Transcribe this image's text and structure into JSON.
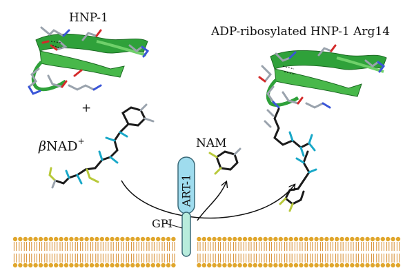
{
  "labels": {
    "hnp1": "HNP-1",
    "adp_ribosylated": "ADP-ribosylated HNP-1 Arg14",
    "plus": "+",
    "nad_beta": "β",
    "nad_name": "NAD",
    "nad_charge": "+",
    "nam": "NAM",
    "art1": "ART-1",
    "gpi": "GPI"
  },
  "colors": {
    "ribbon_green": "#2fa13a",
    "ribbon_green_light": "#6fd06a",
    "carbon_grey": "#9aa3ad",
    "oxygen_red": "#d42a2a",
    "nitrogen_blue": "#3a55d8",
    "ligand_black": "#1b1b1b",
    "phosphate_cyan": "#19a8c8",
    "ring_yellow_green": "#b8c93a",
    "enzyme_fill": "#9fdcee",
    "enzyme_stroke": "#3b6a78",
    "lipid_head": "#e0a62c",
    "lipid_tail": "#d68a2a"
  }
}
